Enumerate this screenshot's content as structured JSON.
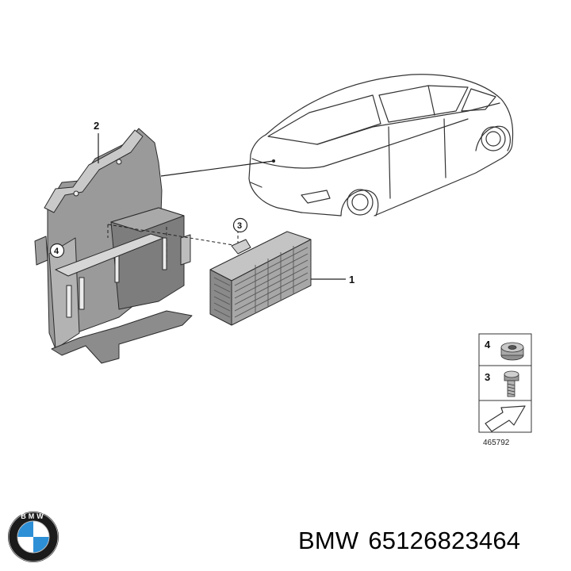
{
  "callouts": {
    "part1": "1",
    "part2": "2",
    "part3": "3",
    "part4": "4"
  },
  "legend": {
    "item_nut": "4",
    "item_bolt": "3",
    "diagram_number": "465792"
  },
  "brand_logo": {
    "lettering": "BMW",
    "colors": {
      "blue": "#2d8fd6",
      "ring": "#1b1b1b",
      "white": "#ffffff"
    }
  },
  "caption": {
    "brand": "BMW",
    "part_number": "65126823464"
  }
}
